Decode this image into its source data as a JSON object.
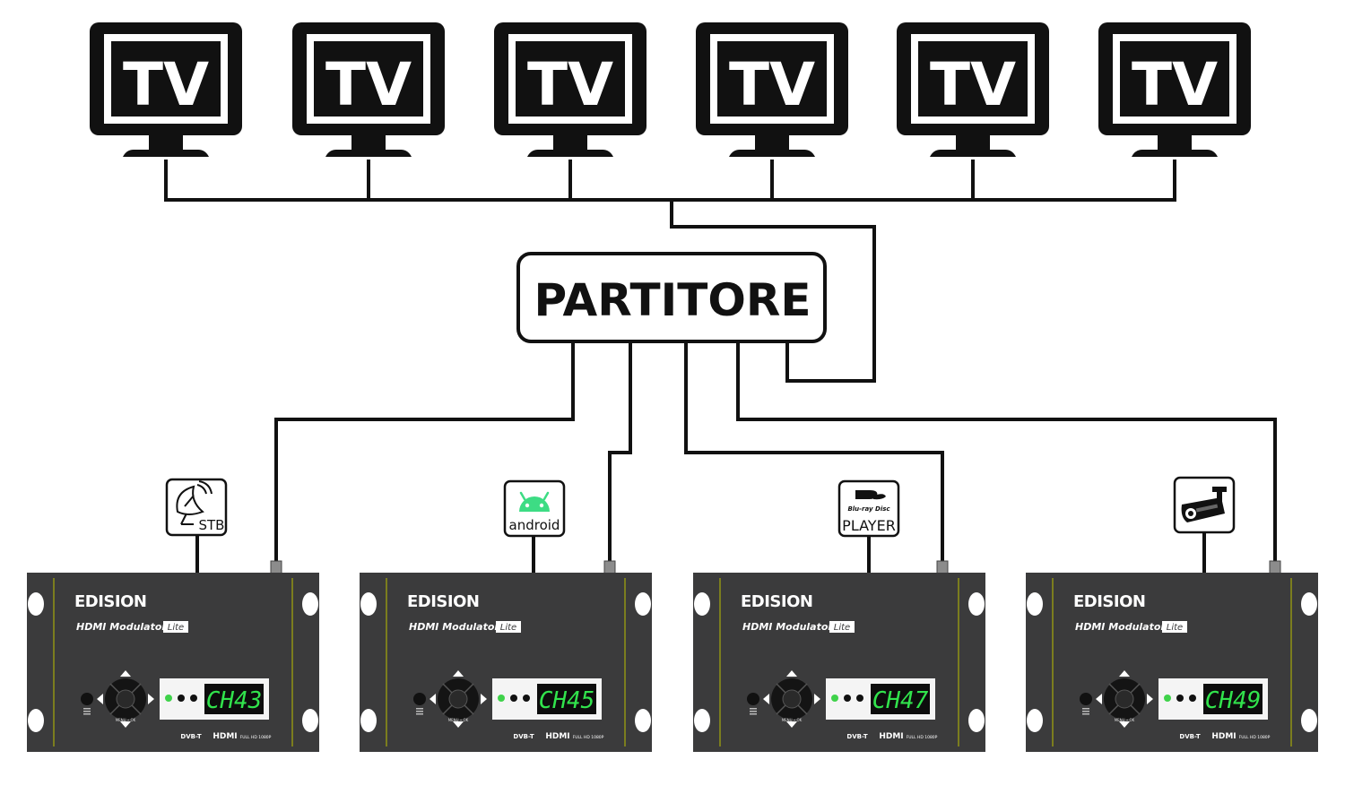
{
  "tv_label": "TV",
  "splitter_label": "PARTITORE",
  "colors": {
    "device_body": "#3b3b3c",
    "lcd_digits": "#31e34c",
    "led_green": "#3fd24a",
    "android_green": "#3ddc84",
    "lines": "#111111"
  },
  "sources": [
    {
      "icon": "satellite-dish-icon",
      "label": "STB"
    },
    {
      "icon": "android-icon",
      "label": "android"
    },
    {
      "icon": "bluray-icon",
      "label": "PLAYER",
      "brand": "Blu-ray Disc"
    },
    {
      "icon": "cctv-camera-icon",
      "label": ""
    }
  ],
  "modulators": [
    {
      "brand": "EDISION",
      "model": "HDMI Modulator",
      "edition": "Lite",
      "channel": "CH43",
      "menu_label": "MENU • OK",
      "logos": [
        "DVB-T",
        "HDMI",
        "FULL HD 1080P"
      ]
    },
    {
      "brand": "EDISION",
      "model": "HDMI Modulator",
      "edition": "Lite",
      "channel": "CH45",
      "menu_label": "MENU • OK",
      "logos": [
        "DVB-T",
        "HDMI",
        "FULL HD 1080P"
      ]
    },
    {
      "brand": "EDISION",
      "model": "HDMI Modulator",
      "edition": "Lite",
      "channel": "CH47",
      "menu_label": "MENU • OK",
      "logos": [
        "DVB-T",
        "HDMI",
        "FULL HD 1080P"
      ]
    },
    {
      "brand": "EDISION",
      "model": "HDMI Modulator",
      "edition": "Lite",
      "channel": "CH49",
      "menu_label": "MENU • OK",
      "logos": [
        "DVB-T",
        "HDMI",
        "FULL HD 1080P"
      ]
    }
  ]
}
